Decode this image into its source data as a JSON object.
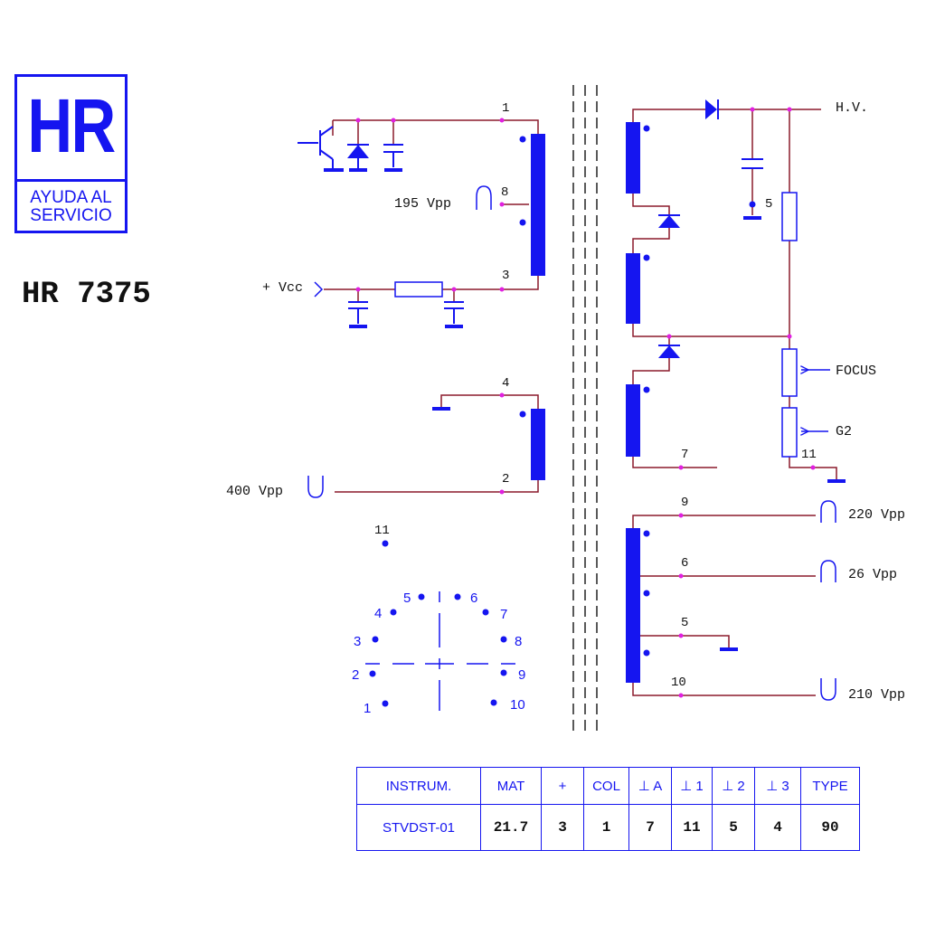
{
  "logo": {
    "letters": "HR",
    "caption_line1": "AYUDA AL",
    "caption_line2": "SERVICIO"
  },
  "model": "HR 7375",
  "labels": {
    "vcc": "+ Vcc",
    "p195": "195 Vpp",
    "p400": "400 Vpp",
    "hv": "H.V.",
    "focus": "FOCUS",
    "g2": "G2",
    "p220": "220 Vpp",
    "p26": "26 Vpp",
    "p210": "210 Vpp"
  },
  "pins": {
    "p1": "1",
    "p8": "8",
    "p3": "3",
    "p4": "4",
    "p2": "2",
    "p5hv": "5",
    "p11": "11",
    "p7": "7",
    "p9": "9",
    "p6": "6",
    "p5": "5",
    "p10": "10",
    "p11_base": "11"
  },
  "base_pins": [
    "1",
    "2",
    "3",
    "4",
    "5",
    "6",
    "7",
    "8",
    "9",
    "10"
  ],
  "table": {
    "headers": [
      "INSTRUM.",
      "MAT",
      "+",
      "COL",
      "⊥ A",
      "⊥ 1",
      "⊥ 2",
      "⊥ 3",
      "TYPE"
    ],
    "values": [
      "STVDST-01",
      "21.7",
      "3",
      "1",
      "7",
      "11",
      "5",
      "4",
      "90"
    ]
  },
  "colors": {
    "blue": "#1515f0",
    "wire": "#8b1a2b",
    "node": "#e020e0"
  }
}
